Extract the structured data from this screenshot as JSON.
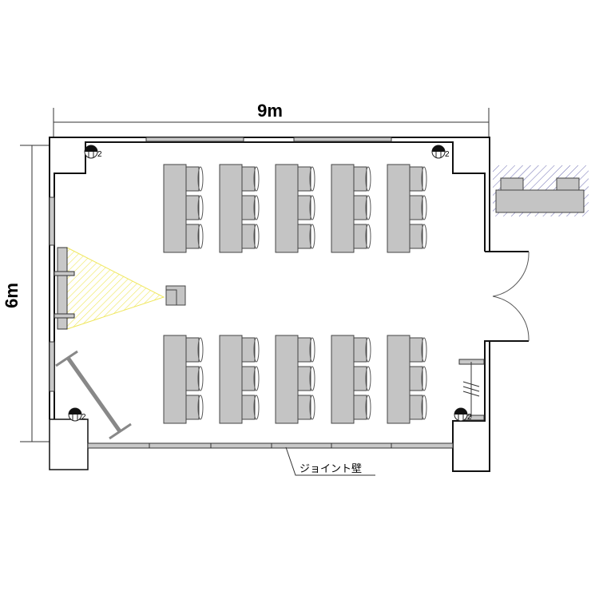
{
  "dimensions": {
    "width_label": "9m",
    "height_label": "6m"
  },
  "labels": {
    "joint_wall": "ジョイント壁",
    "light_number": "2"
  },
  "layout": {
    "table_columns": 5,
    "table_rows": 2,
    "chairs_per_table": 3
  },
  "colors": {
    "projector_beam": "#f0e860",
    "table": "#c4c4c4",
    "hatch": "#6a6ab0"
  }
}
